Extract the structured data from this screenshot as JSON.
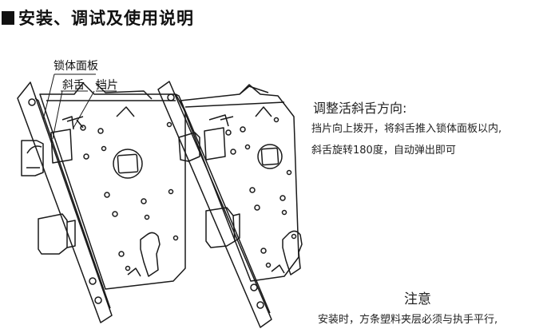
{
  "heading": {
    "text": "安装、调试及使用说明"
  },
  "callouts": {
    "faceplate": "锁体面板",
    "latch": "斜舌",
    "stopper": "挡片"
  },
  "instructions": {
    "title": "调整活斜舌方向:",
    "line1": "挡片向上拨开，将斜舌推入锁体面板以内,",
    "line2": "斜舌旋转180度，自动弹出即可"
  },
  "note": {
    "title": "注意",
    "line1": "安装时，方条塑料夹层必须与执手平行,"
  }
}
